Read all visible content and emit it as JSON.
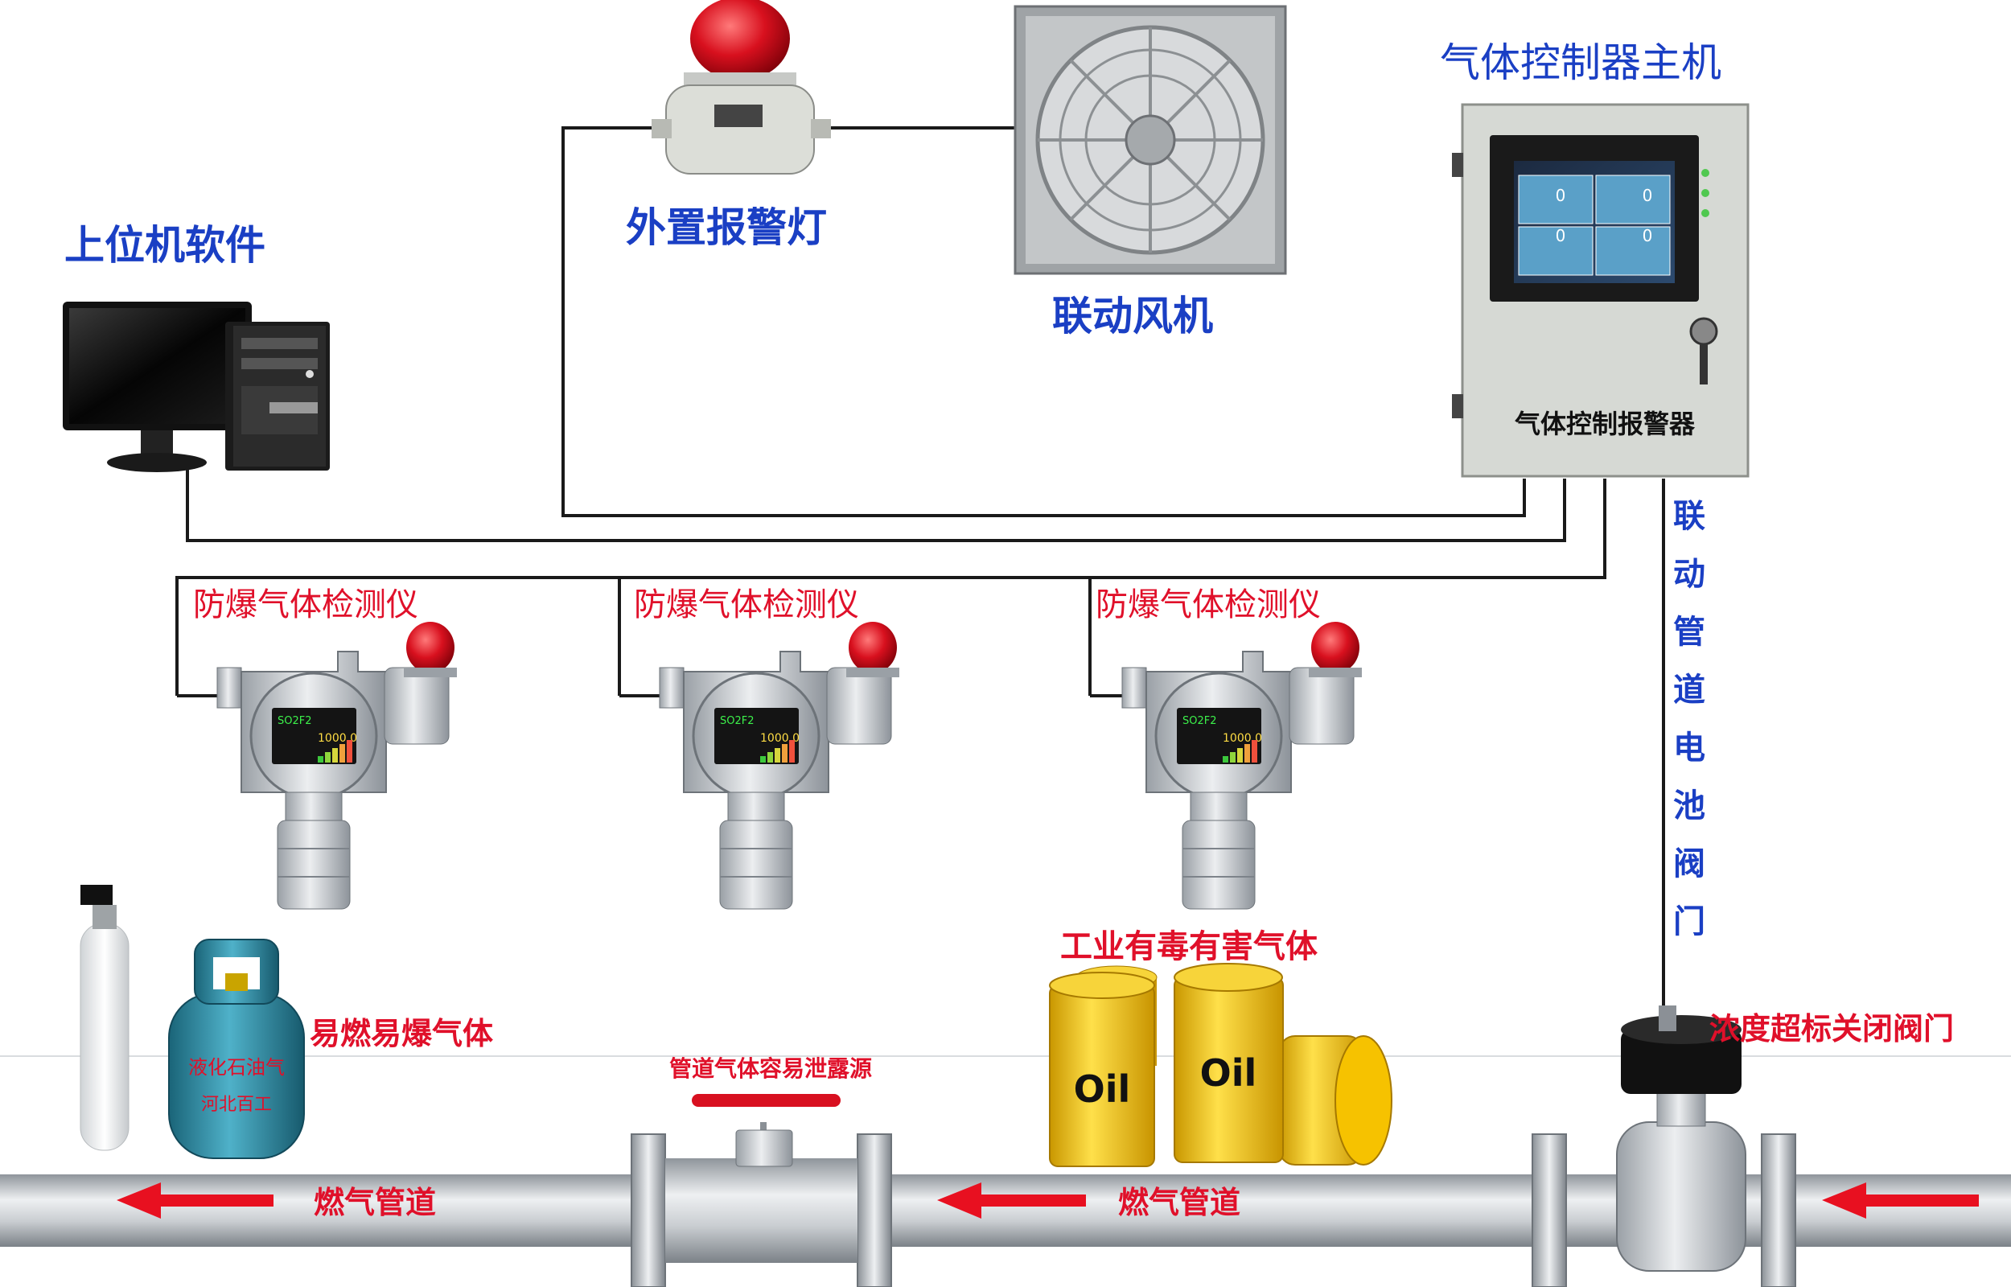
{
  "labels": {
    "host_software": "上位机软件",
    "alarm_light": "外置报警灯",
    "fan": "联动风机",
    "controller_title": "气体控制器主机",
    "controller_panel_text": "气体控制报警器",
    "detector": "防爆气体检测仪",
    "vertical_valve": [
      "联",
      "动",
      "管",
      "道",
      "电",
      "池",
      "阀",
      "门"
    ],
    "flammable_gas": "易燃易爆气体",
    "toxic_gas": "工业有毒有害气体",
    "leak_source": "管道气体容易泄露源",
    "valve_close": "浓度超标关闭阀门",
    "gas_pipeline": "燃气管道",
    "cylinder_text_1": "液化石油气",
    "cylinder_text_2": "河北百工",
    "oil": "Oil"
  },
  "controller_screen": {
    "channels": [
      {
        "value": "0"
      },
      {
        "value": "0"
      },
      {
        "value": "0"
      },
      {
        "value": "0"
      }
    ]
  },
  "detector_display": {
    "gas": "SO2F2",
    "reading": "1000.0"
  },
  "colors": {
    "label_blue": "#1a3fc4",
    "label_red": "#e0102a",
    "wire": "#1a1a1a",
    "pipe": "#c9cdd1",
    "oil_yellow": "#f2c400",
    "cylinder_blue": "#2d8fa6",
    "beacon_red": "#d8101e"
  }
}
